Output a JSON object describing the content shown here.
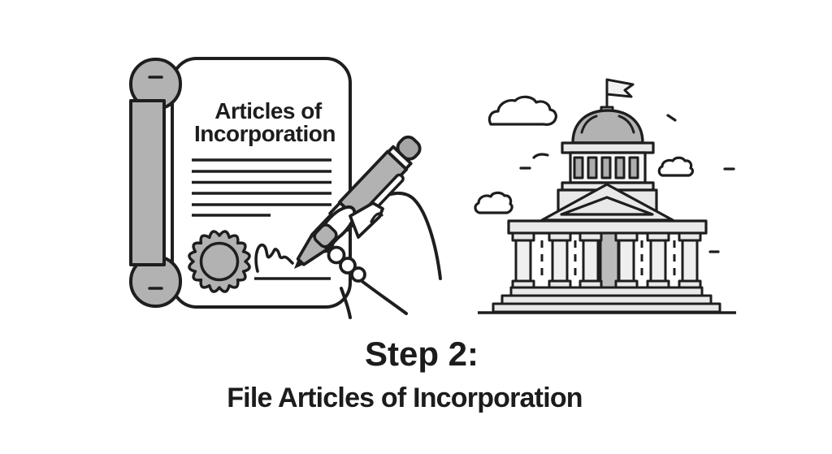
{
  "page": {
    "background": "#ffffff",
    "title": "Step 2: File Articles of Incorporation"
  },
  "colors": {
    "outline": "#1e1e1e",
    "mid_gray": "#b2b2b2",
    "light_gray": "#e9e9e9",
    "wall_white": "#f6f6f6",
    "window_gray": "#adadad",
    "door_gray": "#bcbcbc",
    "pen_cap_gray": "#a6a6a6",
    "text": "#1c1c1c"
  },
  "document_illustration": {
    "name": "signing-articles-of-incorporation",
    "document_title_line1": "Articles of",
    "document_title_line2": "Incorporation",
    "ruled_lines_full": 5,
    "ruled_lines_short": 1,
    "icons": [
      "scroll-curl-icon",
      "rosette-seal-icon",
      "signature-squiggle-icon",
      "hand-holding-pen-icon"
    ]
  },
  "building_illustration": {
    "name": "government-building",
    "icons": [
      "flag-icon",
      "dome-icon",
      "pediment-icon",
      "column-icon",
      "steps-icon",
      "cloud-icon"
    ]
  },
  "caption": {
    "step_label": "Step 2:",
    "step_title": "File Articles of Incorporation"
  }
}
